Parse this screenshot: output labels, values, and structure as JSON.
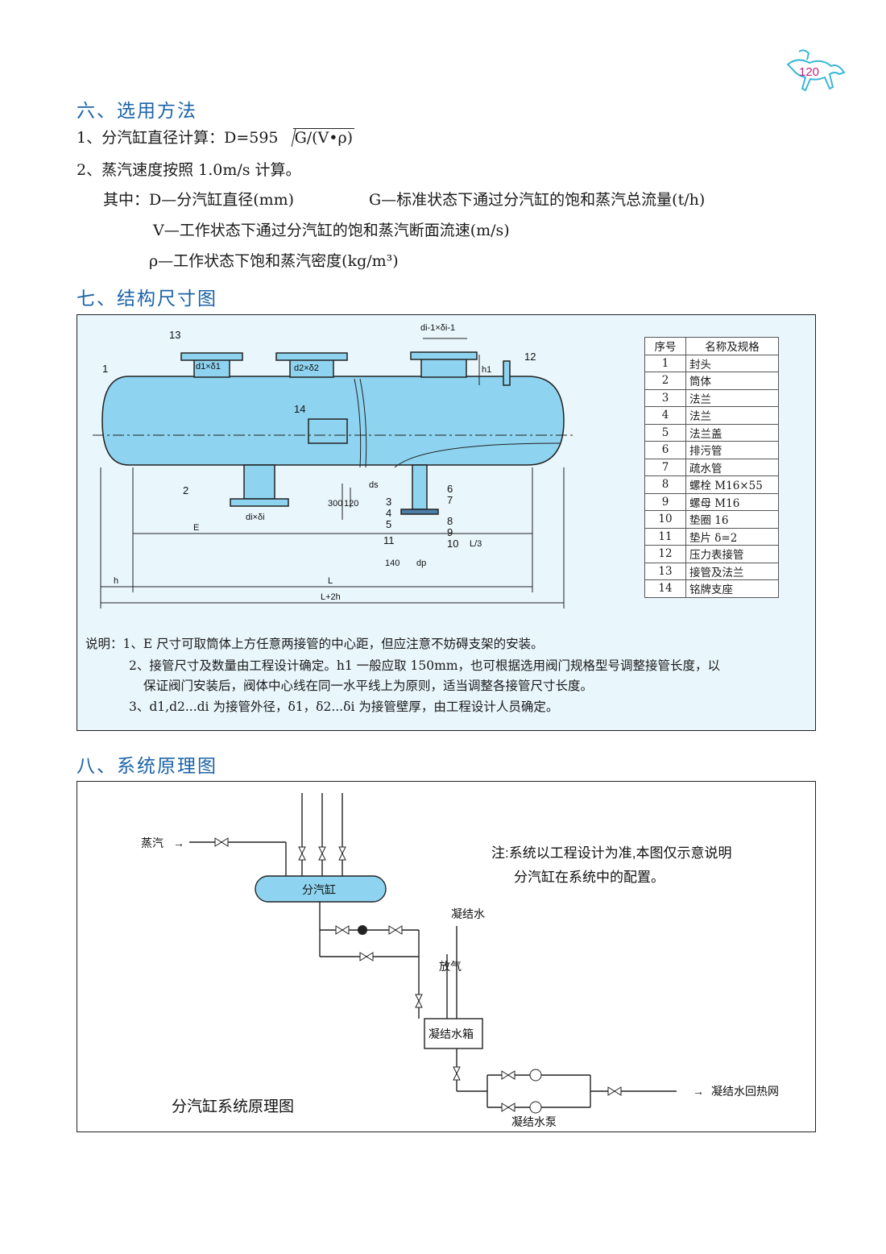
{
  "page_number": "120",
  "section6": {
    "heading": "六、选用方法",
    "item1_prefix": "1、分汽缸直径计算：D=595",
    "item1_sqrt": "G/(V•ρ)",
    "item2": "2、蒸汽速度按照 1.0m/s 计算。",
    "where_d": "其中：D—分汽缸直径(mm)",
    "where_g": "G—标准状态下通过分汽缸的饱和蒸汽总流量(t/h)",
    "where_v": "V—工作状态下通过分汽缸的饱和蒸汽断面流速(m/s)",
    "where_rho": "ρ—工作状态下饱和蒸汽密度(kg/m³)"
  },
  "section7": {
    "heading": "七、结构尺寸图",
    "dims": {
      "di": "di-1×δi-1",
      "d1": "d1×δ1",
      "d2": "d2×δ2",
      "dix": "di×δi",
      "h1": "h1",
      "E": "E",
      "h": "h",
      "L": "L",
      "L2h": "L+2h",
      "d300": "300",
      "d120": "120",
      "d140": "140",
      "dp": "dp",
      "dS": "ds",
      "L3": "L/3"
    },
    "callouts": [
      "1",
      "2",
      "3",
      "4",
      "5",
      "6",
      "7",
      "8",
      "9",
      "10",
      "11",
      "12",
      "13",
      "14"
    ],
    "table_header": {
      "no": "序号",
      "name": "名称及规格"
    },
    "parts": [
      {
        "no": "1",
        "name": "封头"
      },
      {
        "no": "2",
        "name": "筒体"
      },
      {
        "no": "3",
        "name": "法兰"
      },
      {
        "no": "4",
        "name": "法兰"
      },
      {
        "no": "5",
        "name": "法兰盖"
      },
      {
        "no": "6",
        "name": "排污管"
      },
      {
        "no": "7",
        "name": "疏水管"
      },
      {
        "no": "8",
        "name": "螺栓 M16×55"
      },
      {
        "no": "9",
        "name": "螺母 M16"
      },
      {
        "no": "10",
        "name": "垫圈 16"
      },
      {
        "no": "11",
        "name": "垫片 δ=2"
      },
      {
        "no": "12",
        "name": "压力表接管"
      },
      {
        "no": "13",
        "name": "接管及法兰"
      },
      {
        "no": "14",
        "name": "铭牌支座"
      }
    ],
    "notes": [
      "说明：1、E 尺寸可取筒体上方任意两接管的中心距，但应注意不妨碍支架的安装。",
      "2、接管尺寸及数量由工程设计确定。h1 一般应取 150mm，也可根据选用阀门规格型号调整接管长度，以",
      "保证阀门安装后，阀体中心线在同一水平线上为原则，适当调整各接管尺寸长度。",
      "3、d1,d2...di 为接管外径，δ1，δ2...δi 为接管壁厚，由工程设计人员确定。"
    ]
  },
  "section8": {
    "heading": "八、系统原理图",
    "steam": "蒸汽",
    "header": "分汽缸",
    "cond_water": "凝结水",
    "vent": "放气",
    "tank": "凝结水箱",
    "pump": "凝结水泵",
    "return": "凝结水回热网",
    "note_line1": "注:系统以工程设计为准,本图仅示意说明",
    "note_line2": "分汽缸在系统中的配置。",
    "caption": "分汽缸系统原理图"
  }
}
